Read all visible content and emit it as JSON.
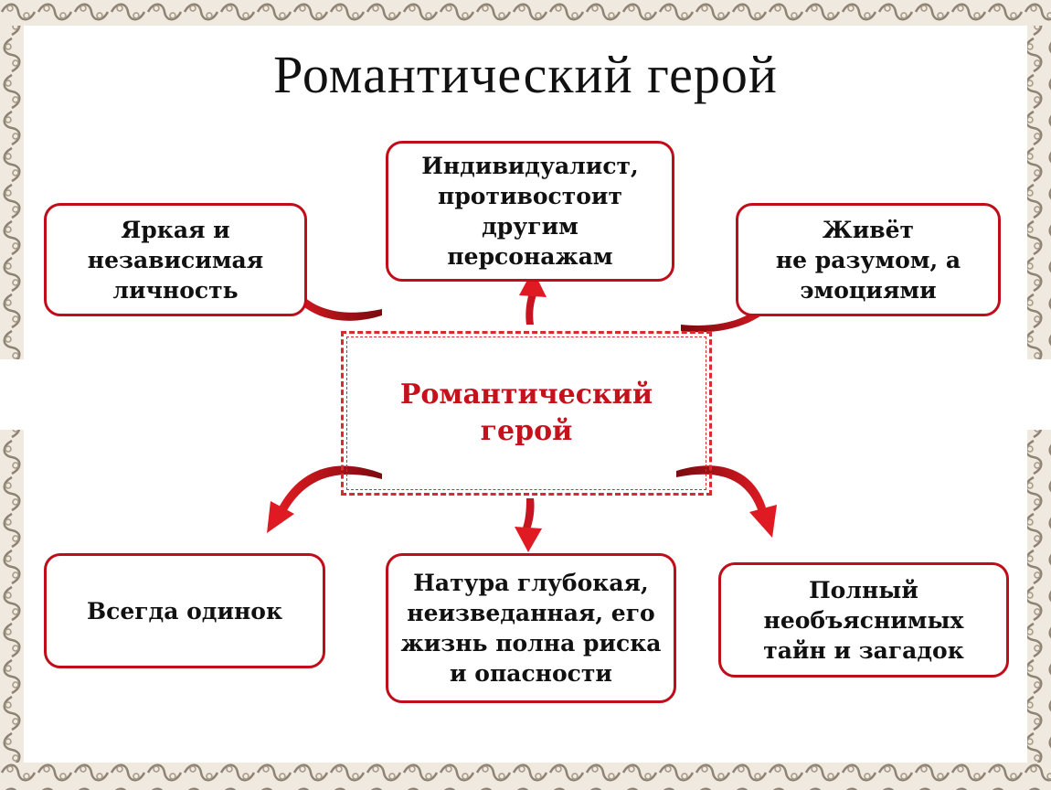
{
  "title": "Романтический герой",
  "center": {
    "label": "Романтический\nгерой"
  },
  "traits": {
    "top_left": "Яркая и\nнезависимая\nличность",
    "top_center": "Индивидуалист,\nпротивостоит\nдругим\nперсонажам",
    "top_right": "Живёт\nне разумом, а\nэмоциями",
    "bottom_left": "Всегда одинок",
    "bottom_center": "Натура глубокая,\nнеизведанная, его\nжизнь полна риска\nи опасности",
    "bottom_right": "Полный\nнеобъяснимых\nтайн и загадок"
  },
  "colors": {
    "accent": "#c00d1a",
    "arrow_dark": "#7a0b0f",
    "arrow_light": "#e01a22",
    "frame": "#b8ab9a"
  }
}
